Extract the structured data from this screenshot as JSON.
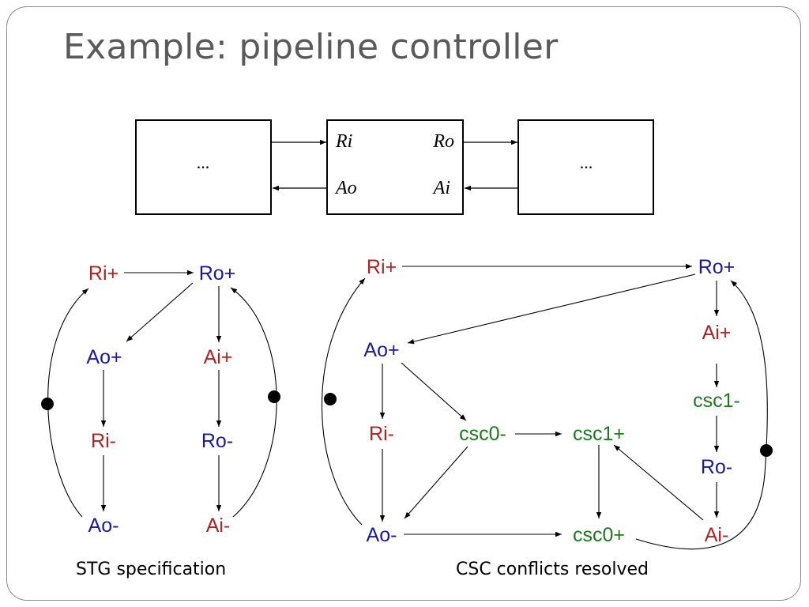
{
  "title": "Example: pipeline controller",
  "block": {
    "left_box_label": "...",
    "right_box_label": "...",
    "center_ports": {
      "ri": "Ri",
      "ro": "Ro",
      "ao": "Ao",
      "ai": "Ai"
    }
  },
  "stg": {
    "caption": "STG specification",
    "nodes": {
      "ri_plus": "Ri+",
      "ro_plus": "Ro+",
      "ao_plus": "Ao+",
      "ai_plus": "Ai+",
      "ri_minus": "Ri-",
      "ro_minus": "Ro-",
      "ao_minus": "Ao-",
      "ai_minus": "Ai-"
    }
  },
  "csc": {
    "caption": "CSC conflicts resolved",
    "nodes": {
      "ri_plus": "Ri+",
      "ro_plus": "Ro+",
      "ai_plus": "Ai+",
      "ao_plus": "Ao+",
      "csc1_minus": "csc1-",
      "ri_minus": "Ri-",
      "csc0_minus": "csc0-",
      "csc1_plus": "csc1+",
      "ro_minus": "Ro-",
      "ao_minus": "Ao-",
      "csc0_plus": "csc0+",
      "ai_minus": "Ai-"
    }
  },
  "colors": {
    "red": "#b22222",
    "blue": "#1a1a9c",
    "green": "#1c7a1c",
    "title": "#5a5a5a"
  }
}
